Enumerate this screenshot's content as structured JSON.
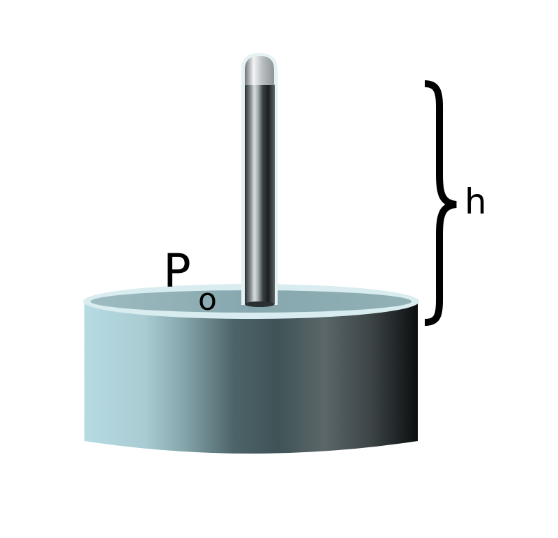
{
  "labels": {
    "pressure_main": "P",
    "pressure_sub": "o",
    "height": "h"
  },
  "colors": {
    "liquid_surface": "#8fb0b6",
    "container_rim": "#d9ecef",
    "bracket": "#000000",
    "label": "#000000"
  },
  "icons": {
    "container": "cylindrical-reservoir",
    "tube": "capillary-tube",
    "bracket": "curly-brace-right"
  }
}
